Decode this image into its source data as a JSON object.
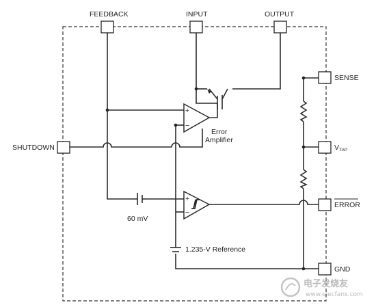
{
  "pins": {
    "feedback": "FEEDBACK",
    "input": "INPUT",
    "output": "OUTPUT",
    "sense": "SENSE",
    "shutdown": "SHUTDOWN",
    "vtap_main": "V",
    "vtap_sub": "TAP",
    "error": "ERROR",
    "gnd": "GND"
  },
  "labels": {
    "error_amp_line1": "Error",
    "error_amp_line2": "Amplifier",
    "offset_voltage": "60 mV",
    "reference": "1.235-V Reference",
    "amp_plus": "+",
    "amp_minus": "−",
    "comp_plus": "+",
    "comp_minus": "−"
  },
  "watermark": {
    "main": "电子发烧友",
    "sub": "www.elecfans.com"
  }
}
